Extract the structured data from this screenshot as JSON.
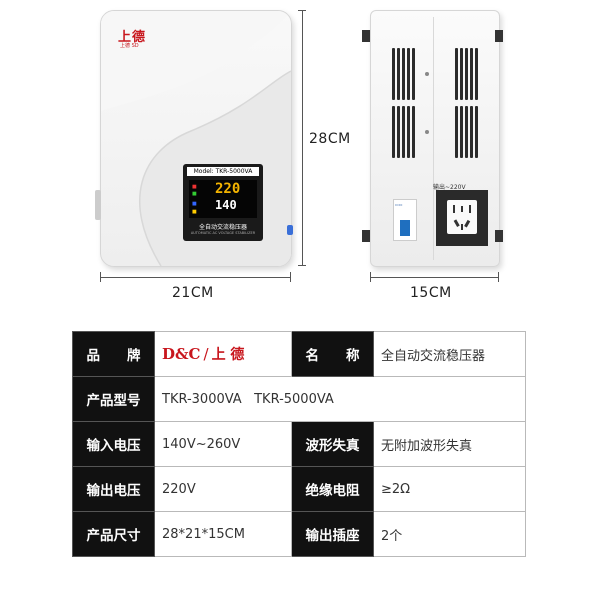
{
  "product_front": {
    "logo_text": "上德",
    "logo_subtext": "上德 SD",
    "display_model": "Model: TKR-5000VA",
    "display_input_value": "220",
    "display_output_value": "140",
    "display_footer": "全自动交流稳压器",
    "display_footer_sub": "AUTOMATIC AC VOLTAGE STABILIZER"
  },
  "product_side": {
    "output_label": "输出~220V"
  },
  "dimensions": {
    "height": "28CM",
    "width": "21CM",
    "depth": "15CM"
  },
  "brand": {
    "mark_dc": "D&C",
    "separator": "/",
    "mark_sd": "上 德",
    "color": "#c8161d"
  },
  "spec_table": {
    "rows": [
      {
        "k1": "品　　牌",
        "v1": "",
        "k2": "名　　称",
        "v2": "全自动交流稳压器"
      },
      {
        "k1": "产品型号",
        "v1": "TKR-3000VA   TKR-5000VA"
      },
      {
        "k1": "输入电压",
        "v1": "140V~260V",
        "k2": "波形失真",
        "v2": "无附加波形失真"
      },
      {
        "k1": "输出电压",
        "v1": "220V",
        "k2": "绝缘电阻",
        "v2": "≥2Ω"
      },
      {
        "k1": "产品尺寸",
        "v1": "28*21*15CM",
        "k2": "输出插座",
        "v2": "2个"
      }
    ]
  }
}
